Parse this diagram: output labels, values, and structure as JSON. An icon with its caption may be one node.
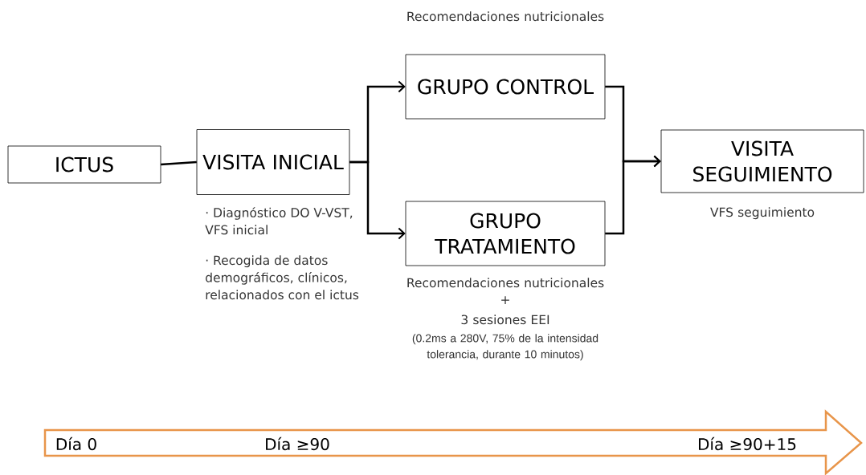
{
  "diagram": {
    "nodes": [
      {
        "text": [
          "ICTUS"
        ]
      },
      {
        "text": [
          "VISITA INICIAL"
        ],
        "beside": [
          "· Diagnóstico DO V-VST, VFS inicial",
          "· Recogida de datos demográficos, clínicos, relacionados con el ictus"
        ]
      },
      {
        "text": [
          "GRUPO CONTROL"
        ],
        "beside": [
          "Recomendaciones nutricionales"
        ]
      },
      {
        "text": [
          "GRUPO TRATAMIENTO"
        ],
        "beside": [
          "Recomendaciones nutricionales",
          "+",
          "3 sesiones EEI",
          "(0.2ms a 280V, 75% de la intensidad tolerancia, durante 10 minutos)"
        ]
      },
      {
        "text": [
          "VISITA SEGUIMIENTO"
        ],
        "beside": [
          "VFS seguimiento"
        ]
      }
    ],
    "edges": [
      {
        "from": 0,
        "to": 1,
        "arrow": "none"
      },
      {
        "from": 1,
        "to": 2,
        "arrow": "to"
      },
      {
        "from": 1,
        "to": 3,
        "arrow": "to"
      },
      {
        "from": 2,
        "to": 4,
        "arrow": "to"
      },
      {
        "from": 3,
        "to": 4,
        "arrow": "to"
      }
    ],
    "labels": [
      "Día 0",
      "Día ≥90",
      "Día ≥90+15"
    ]
  }
}
